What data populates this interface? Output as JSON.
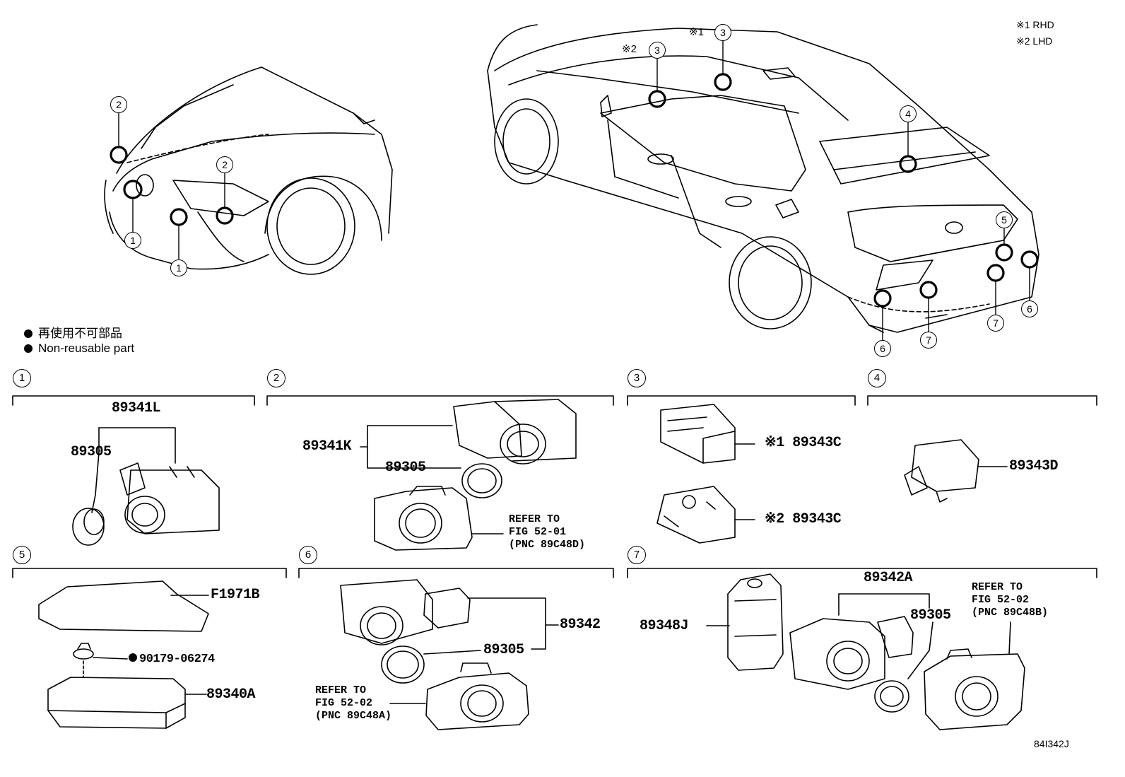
{
  "notes": {
    "rhd": "※1 RHD",
    "lhd": "※2 LHD"
  },
  "legend": {
    "jp": "再使用不可部品",
    "en": "Non-reusable part"
  },
  "section_numbers": [
    "1",
    "2",
    "3",
    "4",
    "5",
    "6",
    "7"
  ],
  "callouts": {
    "front": [
      "2",
      "2",
      "1",
      "1"
    ],
    "rear": [
      "3",
      "3",
      "4",
      "5",
      "6",
      "6",
      "7",
      "7"
    ],
    "rear_marks": [
      "※1",
      "※2"
    ]
  },
  "sections": {
    "s1": {
      "main": "89341L",
      "sub": "89305"
    },
    "s2": {
      "main": "89341K",
      "sub": "89305",
      "refer": "REFER TO\nFIG 52-01\n(PNC 89C48D)"
    },
    "s3": {
      "a": "※1 89343C",
      "b": "※2 89343C"
    },
    "s4": {
      "main": "89343D"
    },
    "s5": {
      "cover": "F1971B",
      "bolt": "90179-06274",
      "ecu": "89340A"
    },
    "s6": {
      "main": "89342",
      "sub": "89305",
      "refer": "REFER TO\nFIG 52-02\n(PNC 89C48A)"
    },
    "s7": {
      "main": "89342A",
      "bracket": "89348J",
      "sub": "89305",
      "refer": "REFER TO\nFIG 52-02\n(PNC 89C48B)"
    }
  },
  "figure_id": "84I342J",
  "icons": [
    "non-reusable-dot-icon",
    "sensor-icon",
    "retainer-ring-icon",
    "bezel-icon",
    "camera-module-icon",
    "ecu-icon",
    "clip-icon",
    "cover-sheet-icon",
    "bracket-icon"
  ]
}
